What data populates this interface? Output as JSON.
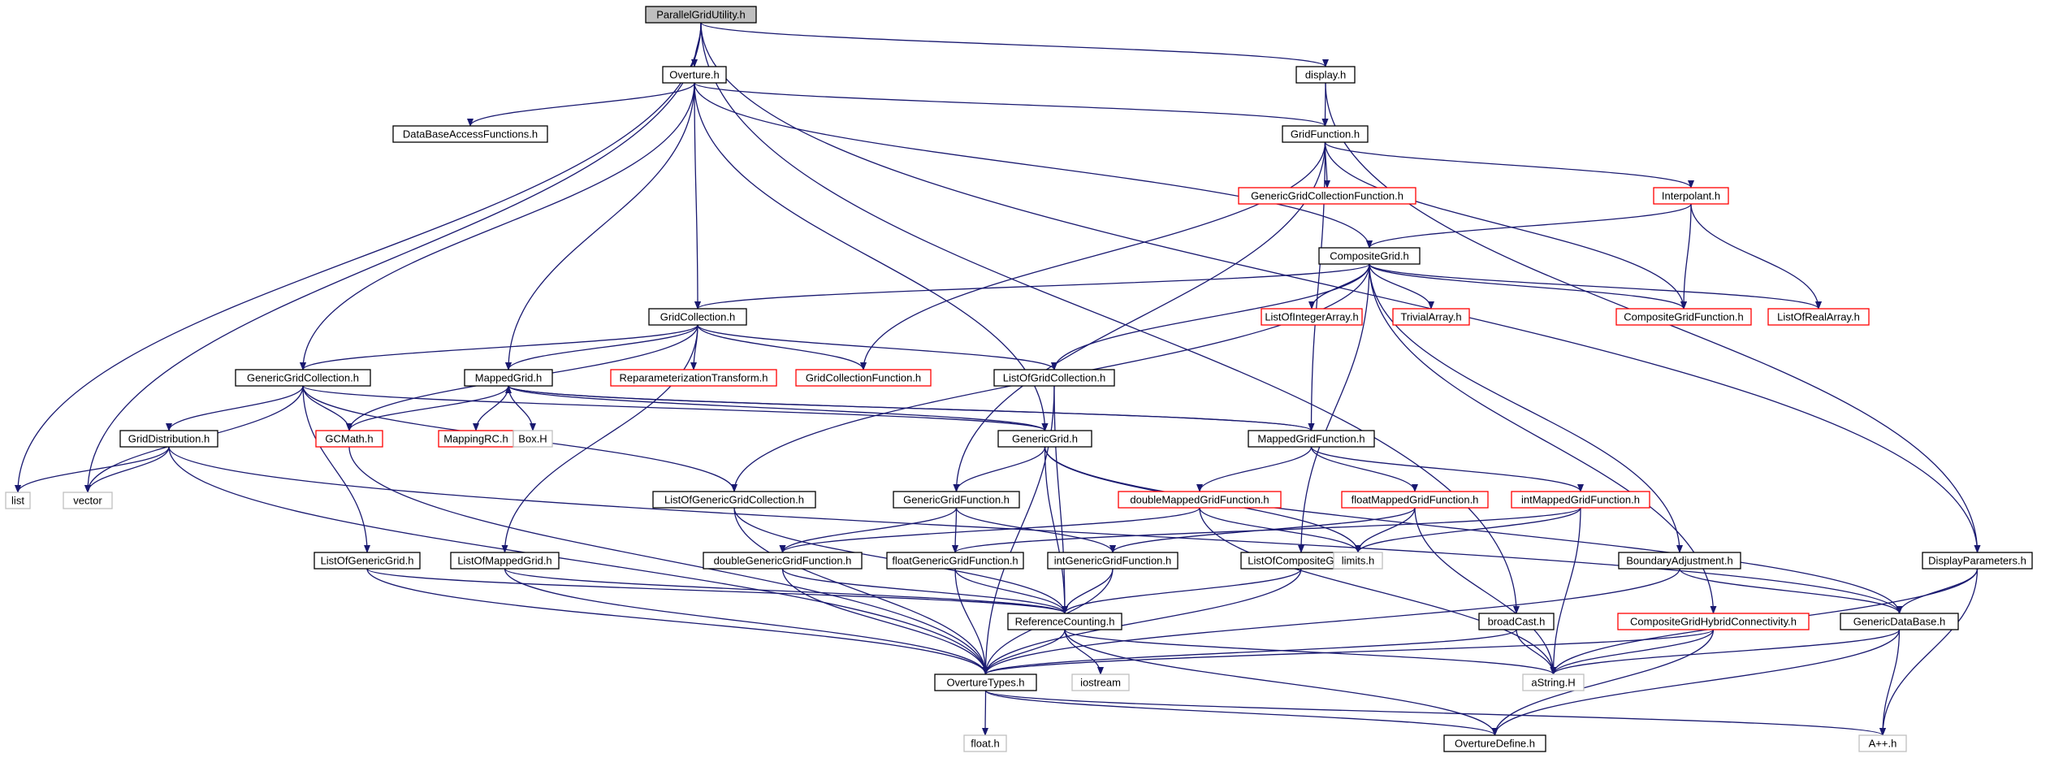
{
  "colors": {
    "edge": "#191970",
    "normal_border": "#000000",
    "incomplete_border": "#ff0000",
    "system_border": "#bfbfbf",
    "root_fill": "#bfbfbf",
    "background": "#ffffff"
  },
  "nodes": {
    "root": {
      "label": "ParallelGridUtility.h",
      "kind": "root"
    },
    "overture": {
      "label": "Overture.h",
      "kind": "normal"
    },
    "display": {
      "label": "display.h",
      "kind": "normal"
    },
    "list": {
      "label": "list",
      "kind": "system"
    },
    "vector": {
      "label": "vector",
      "kind": "system"
    },
    "dbaccess": {
      "label": "DataBaseAccessFunctions.h",
      "kind": "normal"
    },
    "gridfunction": {
      "label": "GridFunction.h",
      "kind": "normal"
    },
    "gengridcollfunc": {
      "label": "GenericGridCollectionFunction.h",
      "kind": "incomplete"
    },
    "interpolant": {
      "label": "Interpolant.h",
      "kind": "incomplete"
    },
    "compositegrid": {
      "label": "CompositeGrid.h",
      "kind": "normal"
    },
    "gridcollection": {
      "label": "GridCollection.h",
      "kind": "normal"
    },
    "listofintarray": {
      "label": "ListOfIntegerArray.h",
      "kind": "incomplete"
    },
    "trivialarray": {
      "label": "TrivialArray.h",
      "kind": "incomplete"
    },
    "compgridfunction": {
      "label": "CompositeGridFunction.h",
      "kind": "incomplete"
    },
    "listofrealarray": {
      "label": "ListOfRealArray.h",
      "kind": "incomplete"
    },
    "gengridcollection": {
      "label": "GenericGridCollection.h",
      "kind": "normal"
    },
    "mappedgrid": {
      "label": "MappedGrid.h",
      "kind": "normal"
    },
    "reparam": {
      "label": "ReparameterizationTransform.h",
      "kind": "incomplete"
    },
    "gridcollfunction": {
      "label": "GridCollectionFunction.h",
      "kind": "incomplete"
    },
    "listofgridcoll": {
      "label": "ListOfGridCollection.h",
      "kind": "normal"
    },
    "griddistribution": {
      "label": "GridDistribution.h",
      "kind": "normal"
    },
    "gcmath": {
      "label": "GCMath.h",
      "kind": "incomplete"
    },
    "mappingrc": {
      "label": "MappingRC.h",
      "kind": "incomplete"
    },
    "boxh": {
      "label": "Box.H",
      "kind": "system"
    },
    "genericgrid": {
      "label": "GenericGrid.h",
      "kind": "normal"
    },
    "mappedgridfunction": {
      "label": "MappedGridFunction.h",
      "kind": "normal"
    },
    "listofgengridcoll": {
      "label": "ListOfGenericGridCollection.h",
      "kind": "normal"
    },
    "gengridfunction": {
      "label": "GenericGridFunction.h",
      "kind": "normal"
    },
    "doublemgf": {
      "label": "doubleMappedGridFunction.h",
      "kind": "incomplete"
    },
    "floatmgf": {
      "label": "floatMappedGridFunction.h",
      "kind": "incomplete"
    },
    "intmgf": {
      "label": "intMappedGridFunction.h",
      "kind": "incomplete"
    },
    "listofgengrid": {
      "label": "ListOfGenericGrid.h",
      "kind": "normal"
    },
    "listofmappedgrid": {
      "label": "ListOfMappedGrid.h",
      "kind": "normal"
    },
    "doublegenericgf": {
      "label": "doubleGenericGridFunction.h",
      "kind": "normal"
    },
    "floatgenericgf": {
      "label": "floatGenericGridFunction.h",
      "kind": "normal"
    },
    "intgenericgf": {
      "label": "intGenericGridFunction.h",
      "kind": "normal"
    },
    "listofcompgrid": {
      "label": "ListOfCompositeGrid.h",
      "kind": "normal"
    },
    "limits": {
      "label": "limits.h",
      "kind": "system"
    },
    "boundaryadj": {
      "label": "BoundaryAdjustment.h",
      "kind": "normal"
    },
    "displayparams": {
      "label": "DisplayParameters.h",
      "kind": "normal"
    },
    "refcounting": {
      "label": "ReferenceCounting.h",
      "kind": "normal"
    },
    "broadcast": {
      "label": "broadCast.h",
      "kind": "normal"
    },
    "cghybrid": {
      "label": "CompositeGridHybridConnectivity.h",
      "kind": "incomplete"
    },
    "genericdatabase": {
      "label": "GenericDataBase.h",
      "kind": "normal"
    },
    "overturetypes": {
      "label": "OvertureTypes.h",
      "kind": "normal"
    },
    "iostream": {
      "label": "iostream",
      "kind": "system"
    },
    "astring": {
      "label": "aString.H",
      "kind": "system"
    },
    "floath": {
      "label": "float.h",
      "kind": "system"
    },
    "overturedefine": {
      "label": "OvertureDefine.h",
      "kind": "normal"
    },
    "aplusplus": {
      "label": "A++.h",
      "kind": "system"
    }
  },
  "edges": [
    [
      "root",
      "overture"
    ],
    [
      "root",
      "display"
    ],
    [
      "root",
      "list"
    ],
    [
      "root",
      "vector"
    ],
    [
      "root",
      "broadcast"
    ],
    [
      "root",
      "displayparams"
    ],
    [
      "overture",
      "dbaccess"
    ],
    [
      "overture",
      "gridfunction"
    ],
    [
      "overture",
      "gridcollection"
    ],
    [
      "overture",
      "gengridcollection"
    ],
    [
      "overture",
      "mappedgrid"
    ],
    [
      "overture",
      "compositegrid"
    ],
    [
      "overture",
      "genericgrid"
    ],
    [
      "display",
      "gridfunction"
    ],
    [
      "display",
      "displayparams"
    ],
    [
      "gridfunction",
      "gengridcollfunc"
    ],
    [
      "gridfunction",
      "interpolant"
    ],
    [
      "gridfunction",
      "compgridfunction"
    ],
    [
      "gridfunction",
      "gridcollfunction"
    ],
    [
      "gridfunction",
      "gengridfunction"
    ],
    [
      "gridfunction",
      "mappedgridfunction"
    ],
    [
      "interpolant",
      "compositegrid"
    ],
    [
      "interpolant",
      "compgridfunction"
    ],
    [
      "interpolant",
      "listofrealarray"
    ],
    [
      "compositegrid",
      "gridcollection"
    ],
    [
      "compositegrid",
      "listofintarray"
    ],
    [
      "compositegrid",
      "trivialarray"
    ],
    [
      "compositegrid",
      "compgridfunction"
    ],
    [
      "compositegrid",
      "listofrealarray"
    ],
    [
      "compositegrid",
      "listofgridcoll"
    ],
    [
      "compositegrid",
      "listofcompgrid"
    ],
    [
      "compositegrid",
      "boundaryadj"
    ],
    [
      "compositegrid",
      "cghybrid"
    ],
    [
      "compositegrid",
      "listofgengridcoll"
    ],
    [
      "gridcollection",
      "gengridcollection"
    ],
    [
      "gridcollection",
      "mappedgrid"
    ],
    [
      "gridcollection",
      "reparam"
    ],
    [
      "gridcollection",
      "gridcollfunction"
    ],
    [
      "gridcollection",
      "listofgridcoll"
    ],
    [
      "gridcollection",
      "gcmath"
    ],
    [
      "gridcollection",
      "listofmappedgrid"
    ],
    [
      "gengridcollection",
      "griddistribution"
    ],
    [
      "gengridcollection",
      "gcmath"
    ],
    [
      "gengridcollection",
      "vector"
    ],
    [
      "gengridcollection",
      "genericgrid"
    ],
    [
      "gengridcollection",
      "listofgengridcoll"
    ],
    [
      "gengridcollection",
      "listofgengrid"
    ],
    [
      "mappedgrid",
      "gcmath"
    ],
    [
      "mappedgrid",
      "mappingrc"
    ],
    [
      "mappedgrid",
      "boxh"
    ],
    [
      "mappedgrid",
      "genericgrid"
    ],
    [
      "mappedgrid",
      "mappedgridfunction"
    ],
    [
      "mappedgridfunction",
      "mappedgrid"
    ],
    [
      "mappedgridfunction",
      "doublemgf"
    ],
    [
      "mappedgridfunction",
      "floatmgf"
    ],
    [
      "mappedgridfunction",
      "intmgf"
    ],
    [
      "listofgridcoll",
      "overturetypes"
    ],
    [
      "listofgridcoll",
      "refcounting"
    ],
    [
      "griddistribution",
      "list"
    ],
    [
      "griddistribution",
      "vector"
    ],
    [
      "griddistribution",
      "overturetypes"
    ],
    [
      "griddistribution",
      "genericdatabase"
    ],
    [
      "gcmath",
      "overturetypes"
    ],
    [
      "genericgrid",
      "gengridfunction"
    ],
    [
      "genericgrid",
      "refcounting"
    ],
    [
      "genericgrid",
      "limits"
    ],
    [
      "genericgrid",
      "genericdatabase"
    ],
    [
      "listofgengridcoll",
      "refcounting"
    ],
    [
      "listofgengridcoll",
      "overturetypes"
    ],
    [
      "gengridfunction",
      "doublegenericgf"
    ],
    [
      "gengridfunction",
      "floatgenericgf"
    ],
    [
      "gengridfunction",
      "intgenericgf"
    ],
    [
      "doublemgf",
      "doublegenericgf"
    ],
    [
      "doublemgf",
      "limits"
    ],
    [
      "doublemgf",
      "astring"
    ],
    [
      "floatmgf",
      "limits"
    ],
    [
      "floatmgf",
      "astring"
    ],
    [
      "floatmgf",
      "intgenericgf"
    ],
    [
      "intmgf",
      "limits"
    ],
    [
      "intmgf",
      "astring"
    ],
    [
      "intmgf",
      "floatgenericgf"
    ],
    [
      "listofgengrid",
      "refcounting"
    ],
    [
      "listofgengrid",
      "overturetypes"
    ],
    [
      "listofmappedgrid",
      "refcounting"
    ],
    [
      "listofmappedgrid",
      "overturetypes"
    ],
    [
      "doublegenericgf",
      "refcounting"
    ],
    [
      "doublegenericgf",
      "overturetypes"
    ],
    [
      "floatgenericgf",
      "refcounting"
    ],
    [
      "floatgenericgf",
      "overturetypes"
    ],
    [
      "intgenericgf",
      "refcounting"
    ],
    [
      "intgenericgf",
      "overturetypes"
    ],
    [
      "listofcompgrid",
      "refcounting"
    ],
    [
      "listofcompgrid",
      "overturetypes"
    ],
    [
      "boundaryadj",
      "genericdatabase"
    ],
    [
      "boundaryadj",
      "overturetypes"
    ],
    [
      "displayparams",
      "genericdatabase"
    ],
    [
      "displayparams",
      "astring"
    ],
    [
      "displayparams",
      "aplusplus"
    ],
    [
      "refcounting",
      "overturetypes"
    ],
    [
      "refcounting",
      "iostream"
    ],
    [
      "refcounting",
      "astring"
    ],
    [
      "refcounting",
      "overturedefine"
    ],
    [
      "broadcast",
      "astring"
    ],
    [
      "broadcast",
      "overturetypes"
    ],
    [
      "cghybrid",
      "astring"
    ],
    [
      "cghybrid",
      "overturedefine"
    ],
    [
      "cghybrid",
      "overturetypes"
    ],
    [
      "genericdatabase",
      "astring"
    ],
    [
      "genericdatabase",
      "aplusplus"
    ],
    [
      "genericdatabase",
      "overturedefine"
    ],
    [
      "overturetypes",
      "floath"
    ],
    [
      "overturetypes",
      "overturedefine"
    ],
    [
      "overturetypes",
      "aplusplus"
    ]
  ]
}
